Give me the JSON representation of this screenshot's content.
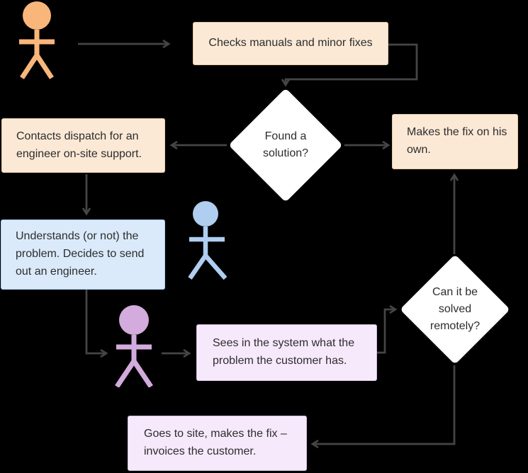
{
  "diagram": {
    "background": "#000000",
    "connector_color": "#454545",
    "text_color": "#2d2d2d",
    "nodes": {
      "checks_manuals": {
        "label": "Checks manuals and minor fixes",
        "fill": "#FBE9D6",
        "border": "#EACBA6"
      },
      "contacts_dispatch": {
        "label": "Contacts dispatch for an engineer on-site support.",
        "fill": "#FBE9D6",
        "border": "#EACBA6"
      },
      "makes_fix": {
        "label": "Makes the fix on his own.",
        "fill": "#FBE9D6",
        "border": "#EACBA6"
      },
      "understands_problem": {
        "label": "Understands (or not) the problem. Decides to send out an engineer.",
        "fill": "#DAEAFB",
        "border": "#ACCBEE"
      },
      "sees_in_system": {
        "label": "Sees in the system what the problem the customer has.",
        "fill": "#F6E9FB",
        "border": "#D7BBE5"
      },
      "goes_to_site": {
        "label": "Goes to site, makes the fix – invoices the customer.",
        "fill": "#F6E9FB",
        "border": "#D7BBE5"
      },
      "found_solution": {
        "label": "Found a solution?",
        "fill": "#FFFFFF"
      },
      "can_be_solved": {
        "label": "Can it be solved remotely?",
        "fill": "#FFFFFF"
      }
    },
    "actors": {
      "orange": {
        "color": "#F9B67B"
      },
      "blue": {
        "color": "#AFCEF0"
      },
      "purple": {
        "color": "#D3ABDC"
      }
    }
  }
}
